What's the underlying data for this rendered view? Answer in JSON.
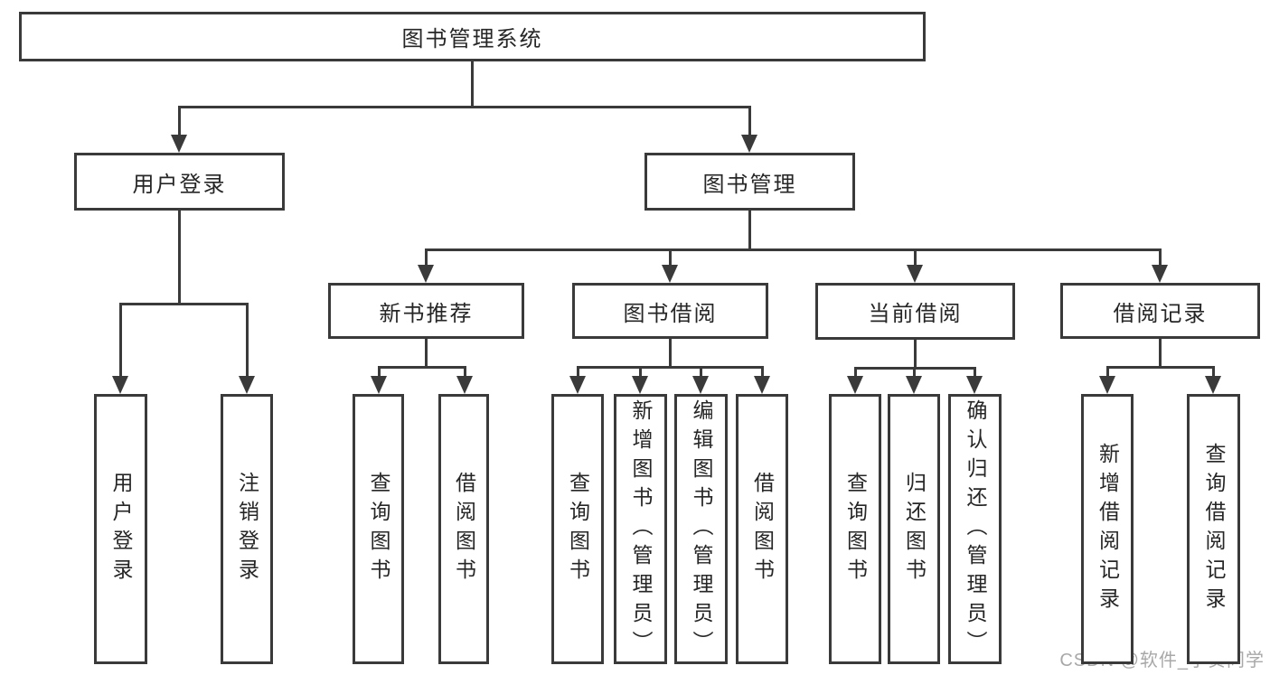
{
  "diagram": {
    "title": "图书管理系统",
    "tree": {
      "id": "root",
      "label": "图书管理系统",
      "children": [
        {
          "id": "user-login",
          "label": "用户登录",
          "children": [
            {
              "id": "user-login-action",
              "label": "用户登录"
            },
            {
              "id": "logout-action",
              "label": "注销登录"
            }
          ]
        },
        {
          "id": "book-management",
          "label": "图书管理",
          "children": [
            {
              "id": "new-book-recommend",
              "label": "新书推荐",
              "children": [
                {
                  "id": "nb-query-book",
                  "label": "查询图书"
                },
                {
                  "id": "nb-borrow-book",
                  "label": "借阅图书"
                }
              ]
            },
            {
              "id": "book-borrow",
              "label": "图书借阅",
              "children": [
                {
                  "id": "bb-query-book",
                  "label": "查询图书"
                },
                {
                  "id": "bb-add-book",
                  "label": "新增图书（管理员）"
                },
                {
                  "id": "bb-edit-book",
                  "label": "编辑图书（管理员）"
                },
                {
                  "id": "bb-borrow-book",
                  "label": "借阅图书"
                }
              ]
            },
            {
              "id": "current-borrow",
              "label": "当前借阅",
              "children": [
                {
                  "id": "cb-query-book",
                  "label": "查询图书"
                },
                {
                  "id": "cb-return-book",
                  "label": "归还图书"
                },
                {
                  "id": "cb-confirm-return",
                  "label": "确认归还（管理员）"
                }
              ]
            },
            {
              "id": "borrow-records",
              "label": "借阅记录",
              "children": [
                {
                  "id": "br-add-record",
                  "label": "新增借阅记录"
                },
                {
                  "id": "br-query-record",
                  "label": "查询借阅记录"
                }
              ]
            }
          ]
        }
      ]
    },
    "watermark": "CSDN @软件_小贺同学",
    "colors": {
      "line": "#3a3a3a",
      "text": "#262626",
      "background": "#ffffff",
      "watermark": "#9e9e9e"
    }
  }
}
